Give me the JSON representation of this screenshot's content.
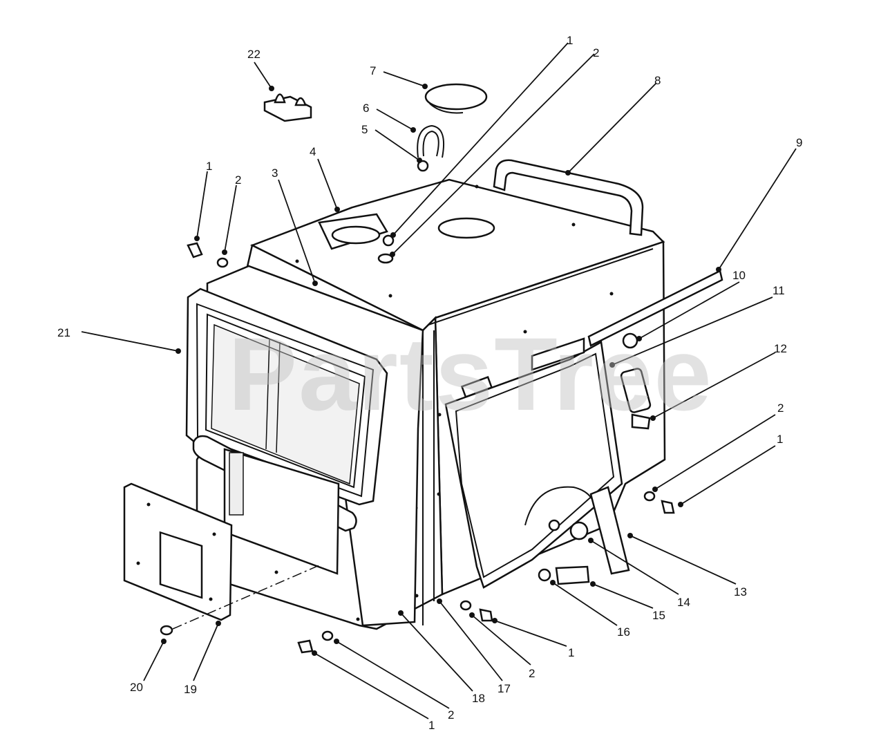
{
  "watermark": "PartsTree",
  "callouts": [
    {
      "id": "c22",
      "label": "22"
    },
    {
      "id": "c7",
      "label": "7"
    },
    {
      "id": "c6",
      "label": "6"
    },
    {
      "id": "c5",
      "label": "5"
    },
    {
      "id": "c1a",
      "label": "1"
    },
    {
      "id": "c2a",
      "label": "2"
    },
    {
      "id": "c8",
      "label": "8"
    },
    {
      "id": "c9",
      "label": "9"
    },
    {
      "id": "c10",
      "label": "10"
    },
    {
      "id": "c11",
      "label": "11"
    },
    {
      "id": "c12",
      "label": "12"
    },
    {
      "id": "c4",
      "label": "4"
    },
    {
      "id": "c3",
      "label": "3"
    },
    {
      "id": "c2b",
      "label": "2"
    },
    {
      "id": "c1b",
      "label": "1"
    },
    {
      "id": "c21",
      "label": "21"
    },
    {
      "id": "c2c",
      "label": "2"
    },
    {
      "id": "c1c",
      "label": "1"
    },
    {
      "id": "c13",
      "label": "13"
    },
    {
      "id": "c14",
      "label": "14"
    },
    {
      "id": "c15",
      "label": "15"
    },
    {
      "id": "c16",
      "label": "16"
    },
    {
      "id": "c1d",
      "label": "1"
    },
    {
      "id": "c2d",
      "label": "2"
    },
    {
      "id": "c17",
      "label": "17"
    },
    {
      "id": "c18",
      "label": "18"
    },
    {
      "id": "c2e",
      "label": "2"
    },
    {
      "id": "c1e",
      "label": "1"
    },
    {
      "id": "c19",
      "label": "19"
    },
    {
      "id": "c20",
      "label": "20"
    }
  ]
}
